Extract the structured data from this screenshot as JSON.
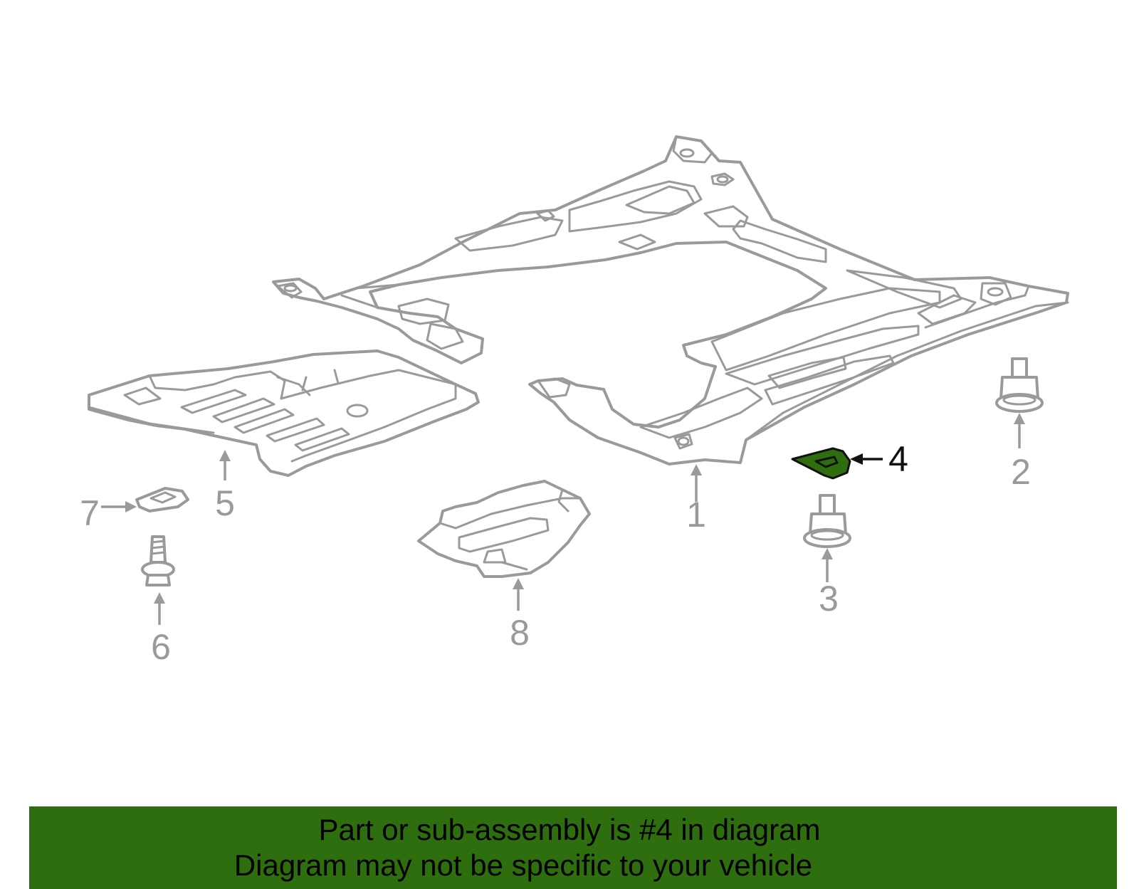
{
  "colors": {
    "highlight": "#2e6e0e",
    "banner_background": "#2e6e0e",
    "part_outline": "#9a9a9a",
    "callout_gray": "#9a9a9a",
    "callout_selected": "#111111",
    "banner_text": "#000000"
  },
  "selected_part": "4",
  "callouts": {
    "c1": "1",
    "c2": "2",
    "c3": "3",
    "c4": "4",
    "c5": "5",
    "c6": "6",
    "c7": "7",
    "c8": "8"
  },
  "banner": {
    "line1": "Part or sub-assembly is #4 in diagram",
    "line2": "Diagram may not be specific to your vehicle"
  }
}
